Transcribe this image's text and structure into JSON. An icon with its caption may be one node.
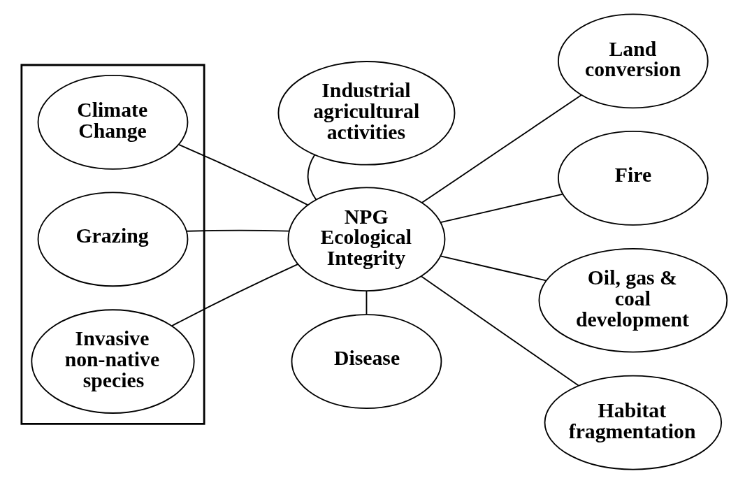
{
  "diagram": {
    "nodes": [
      {
        "text": [],
        "shape": "box"
      },
      {
        "text": [
          "Climate Change"
        ],
        "in": 0
      },
      {
        "text": [
          "Grazing"
        ],
        "in": 0
      },
      {
        "text": [
          "Invasive non-native species"
        ],
        "in": 0
      },
      {
        "text": [
          "NPG Ecological Integrity"
        ]
      },
      {
        "text": [
          "Industrial agricultural activities"
        ]
      },
      {
        "text": [
          "Land conversion"
        ]
      },
      {
        "text": [
          "Fire"
        ]
      },
      {
        "text": [
          "Oil, gas & coal development"
        ]
      },
      {
        "text": [
          "Habitat fragmentation"
        ]
      },
      {
        "text": [
          "Disease"
        ]
      }
    ],
    "edges": [
      {
        "from": 4,
        "to": 1,
        "arrow": "none"
      },
      {
        "from": 4,
        "to": 2,
        "arrow": "none"
      },
      {
        "from": 4,
        "to": 3,
        "arrow": "none"
      },
      {
        "from": 4,
        "to": 5,
        "arrow": "none"
      },
      {
        "from": 4,
        "to": 6,
        "arrow": "none"
      },
      {
        "from": 4,
        "to": 7,
        "arrow": "none"
      },
      {
        "from": 4,
        "to": 8,
        "arrow": "none"
      },
      {
        "from": 4,
        "to": 9,
        "arrow": "none"
      },
      {
        "from": 4,
        "to": 10,
        "arrow": "none"
      }
    ]
  }
}
